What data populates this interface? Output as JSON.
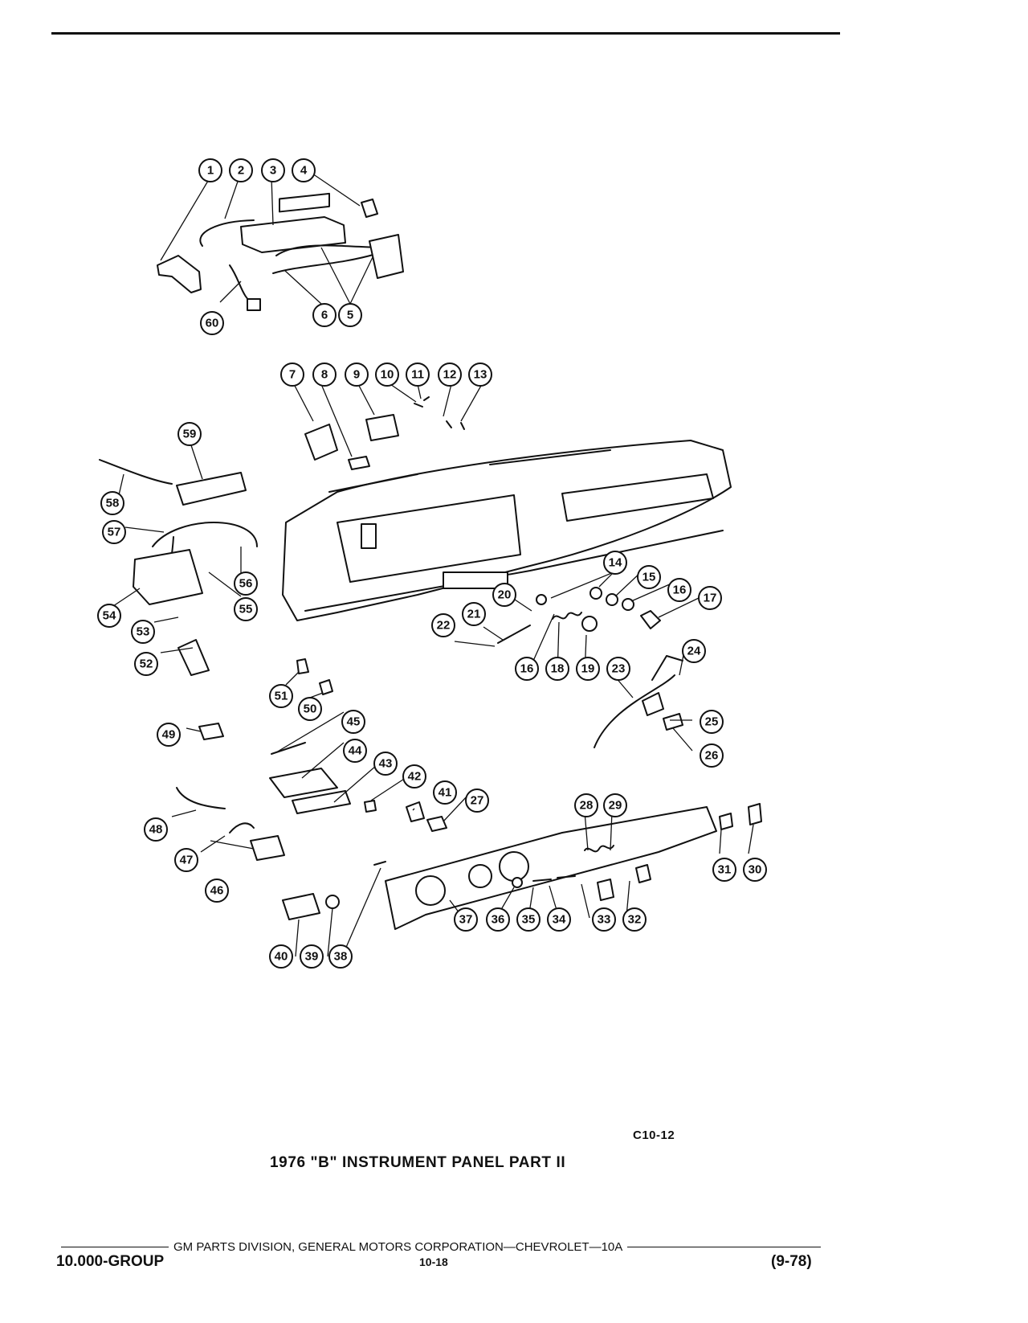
{
  "figure_code": "C10-12",
  "caption": "1976 \"B\" INSTRUMENT PANEL PART II",
  "footer": {
    "publisher": "GM PARTS DIVISION, GENERAL MOTORS CORPORATION—CHEVROLET—10A",
    "group": "10.000-GROUP",
    "page": "10-18",
    "revision": "(9-78)"
  },
  "callouts": [
    "1",
    "2",
    "3",
    "4",
    "5",
    "6",
    "7",
    "8",
    "9",
    "10",
    "11",
    "12",
    "13",
    "14",
    "15",
    "16",
    "17",
    "18",
    "19",
    "20",
    "21",
    "22",
    "23",
    "24",
    "25",
    "26",
    "27",
    "28",
    "29",
    "30",
    "31",
    "32",
    "33",
    "34",
    "35",
    "36",
    "37",
    "38",
    "39",
    "40",
    "41",
    "42",
    "43",
    "44",
    "45",
    "46",
    "47",
    "48",
    "49",
    "50",
    "51",
    "52",
    "53",
    "54",
    "55",
    "56",
    "57",
    "58",
    "59",
    "60"
  ],
  "colors": {
    "ink": "#111111",
    "paper": "#ffffff"
  }
}
